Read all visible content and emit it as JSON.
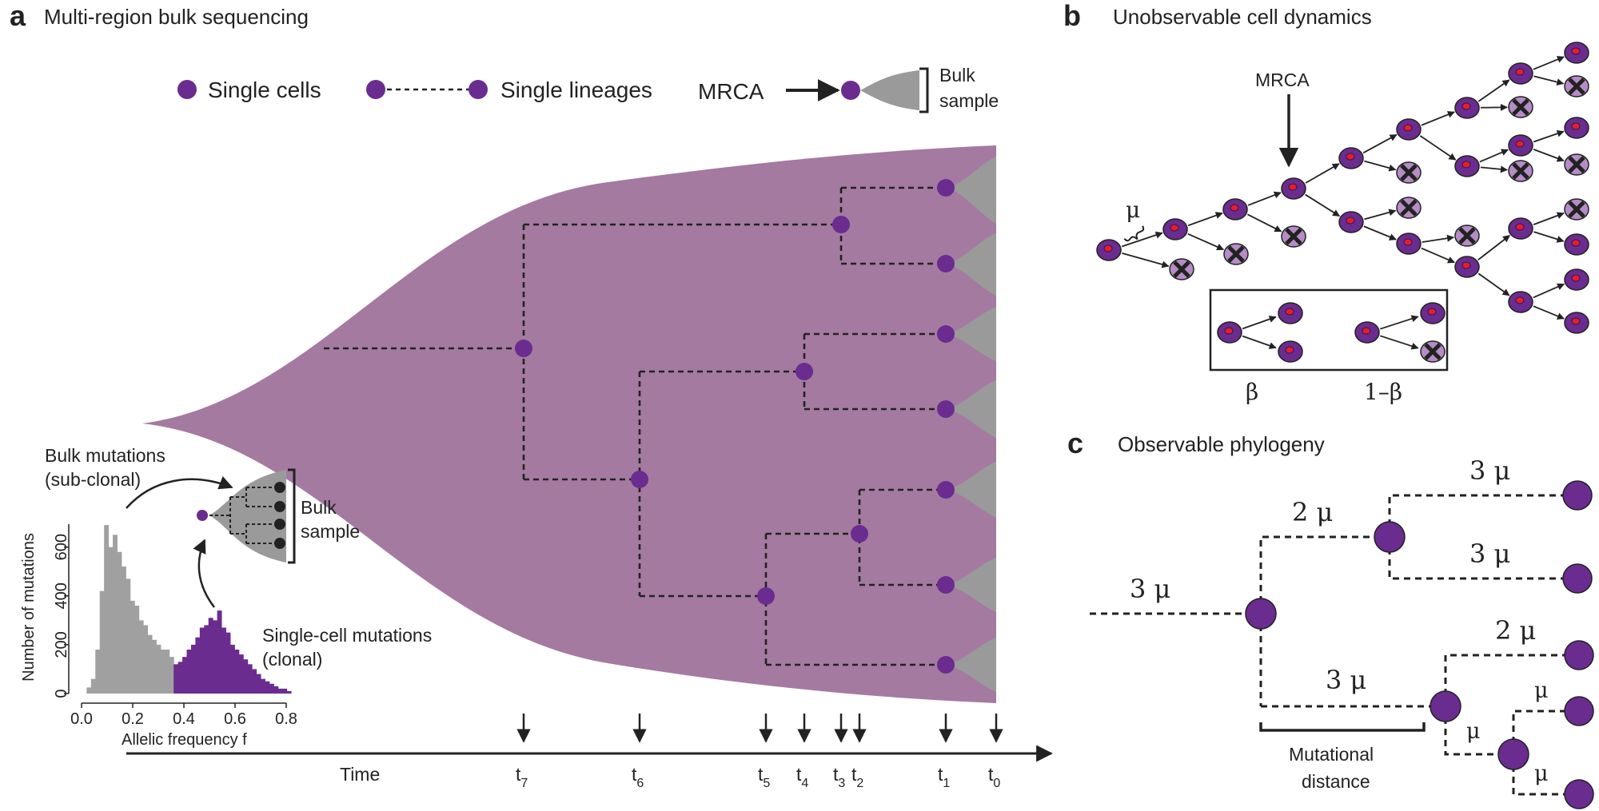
{
  "panel_a": {
    "letter": "a",
    "title": "Multi-region bulk sequencing",
    "legend": {
      "single_cells": "Single cells",
      "single_lineages": "Single lineages",
      "mrca": "MRCA",
      "bulk_sample_1": "Bulk",
      "bulk_sample_2": "sample"
    },
    "time_label": "Time",
    "time_points": [
      {
        "label": "t",
        "sub": "7"
      },
      {
        "label": "t",
        "sub": "6"
      },
      {
        "label": "t",
        "sub": "5"
      },
      {
        "label": "t",
        "sub": "4"
      },
      {
        "label": "t",
        "sub": "3"
      },
      {
        "label": "t",
        "sub": "2"
      },
      {
        "label": "t",
        "sub": "1"
      },
      {
        "label": "t",
        "sub": "0"
      }
    ],
    "inset": {
      "bulk_mut_1": "Bulk mutations",
      "bulk_mut_2": "(sub-clonal)",
      "sc_mut_1": "Single-cell mutations",
      "sc_mut_2": "(clonal)",
      "bulk_sample_1": "Bulk",
      "bulk_sample_2": "sample"
    },
    "colors": {
      "purple": "#6a2c8f",
      "fill": "#a47aa0",
      "grey": "#a0a0a0",
      "dark": "#222222"
    }
  },
  "chart_data": {
    "type": "bar",
    "xlabel": "Allelic frequency f",
    "ylabel": "Number of mutations",
    "xlim": [
      0,
      0.85
    ],
    "ylim": [
      0,
      720
    ],
    "xticks": [
      "0.0",
      "0.2",
      "0.4",
      "0.6",
      "0.8"
    ],
    "yticks": [
      "0",
      "200",
      "400",
      "600"
    ],
    "bin_width": 0.017,
    "bin_start": 0.02,
    "series": [
      {
        "name": "Bulk mutations",
        "color": "#a0a0a0",
        "values": [
          25,
          60,
          180,
          420,
          690,
          600,
          650,
          580,
          520,
          470,
          380,
          360,
          300,
          280,
          240,
          220,
          200,
          180,
          180,
          150
        ]
      },
      {
        "name": "Single-cell mutations",
        "color": "#6a2c8f",
        "values": [
          120,
          130,
          150,
          180,
          200,
          230,
          270,
          280,
          310,
          300,
          340,
          270,
          250,
          200,
          180,
          160,
          140,
          120,
          100,
          80,
          60,
          50,
          40,
          30,
          20,
          20,
          10
        ]
      }
    ]
  },
  "panel_b": {
    "letter": "b",
    "title": "Unobservable cell dynamics",
    "mrca": "MRCA",
    "mu": "μ",
    "beta": "β",
    "one_minus_beta": "1–β"
  },
  "panel_c": {
    "letter": "c",
    "title": "Observable phylogeny",
    "branch_labels": [
      "3 μ",
      "2 μ",
      "3 μ",
      "3 μ",
      "3 μ",
      "2 μ",
      "μ",
      "μ",
      "μ"
    ],
    "mut_dist_1": "Mutational",
    "mut_dist_2": "distance"
  }
}
